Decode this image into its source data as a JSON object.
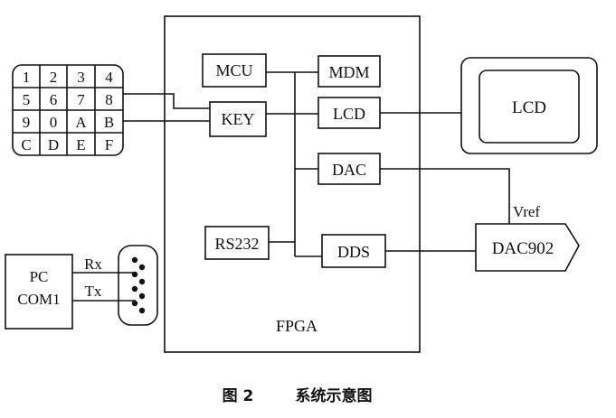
{
  "diagram": {
    "container_label": "FPGA",
    "blocks": {
      "mcu": "MCU",
      "mdm": "MDM",
      "key": "KEY",
      "lcd_ctrl": "LCD",
      "dac": "DAC",
      "rs232": "RS232",
      "dds": "DDS"
    },
    "keypad_keys": [
      [
        "1",
        "2",
        "3",
        "4"
      ],
      [
        "5",
        "6",
        "7",
        "8"
      ],
      [
        "9",
        "0",
        "A",
        "B"
      ],
      [
        "C",
        "D",
        "E",
        "F"
      ]
    ],
    "lcd_display": "LCD",
    "dac902": "DAC902",
    "vref_label": "Vref",
    "pc_label_line1": "PC",
    "pc_label_line2": "COM1",
    "rx_label": "Rx",
    "tx_label": "Tx"
  },
  "caption": {
    "figure_number": "图 2",
    "figure_title": "系统示意图"
  }
}
